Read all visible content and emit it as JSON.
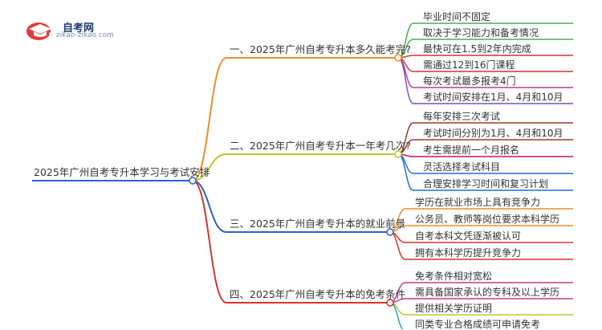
{
  "logo": {
    "name": "自考网",
    "url": "zikao-zikao.com"
  },
  "root": {
    "label": "2025年广州自考专升本学习与考试安排"
  },
  "branches": [
    {
      "label": "一、2025年广州自考专升本多久能考完?",
      "color": "#f08c28",
      "children": [
        {
          "label": "毕业时间不固定",
          "color": "#4caf50"
        },
        {
          "label": "取决于学习能力和备考情况",
          "color": "#4caf50"
        },
        {
          "label": "最快可在1.5到2年内完成",
          "color": "#d5342c"
        },
        {
          "label": "需通过12到16门课程",
          "color": "#d5342c"
        },
        {
          "label": "每次考试最多报考4门",
          "color": "#c23a8a"
        },
        {
          "label": "考试时间安排在1月、4月和10月",
          "color": "#7a4fc2"
        }
      ]
    },
    {
      "label": "二、2025年广州自考专升本一年考几次?",
      "color": "#b8cc2a",
      "children": [
        {
          "label": "每年安排三次考试",
          "color": "#9e3a2a"
        },
        {
          "label": "考试时间分别为1月、4月和10月",
          "color": "#9e3a2a"
        },
        {
          "label": "考生需提前一个月报名",
          "color": "#c2185b"
        },
        {
          "label": "灵活选择考试科目",
          "color": "#1e6fd6"
        },
        {
          "label": "合理安排学习时间和复习计划",
          "color": "#1e6fd6"
        }
      ]
    },
    {
      "label": "三、2025年广州自考专升本的就业前景",
      "color": "#2f5fd0",
      "children": [
        {
          "label": "学历在就业市场上具有竞争力",
          "color": "#f08c28"
        },
        {
          "label": "公务员、教师等岗位要求本科学历",
          "color": "#f08c28"
        },
        {
          "label": "自考本科文凭逐渐被认可",
          "color": "#d5342c"
        },
        {
          "label": "拥有本科学历提升竞争力",
          "color": "#d5342c"
        }
      ]
    },
    {
      "label": "四、2025年广州自考专升本的免考条件",
      "color": "#d5342c",
      "children": [
        {
          "label": "免考条件相对宽松",
          "color": "#c23a8a"
        },
        {
          "label": "需具备国家承认的专科及以上学历",
          "color": "#c23a8a"
        },
        {
          "label": "提供相关学历证明",
          "color": "#b8cc2a"
        },
        {
          "label": "同类专业合格成绩可申请免考",
          "color": "#26a5c9"
        }
      ]
    }
  ]
}
